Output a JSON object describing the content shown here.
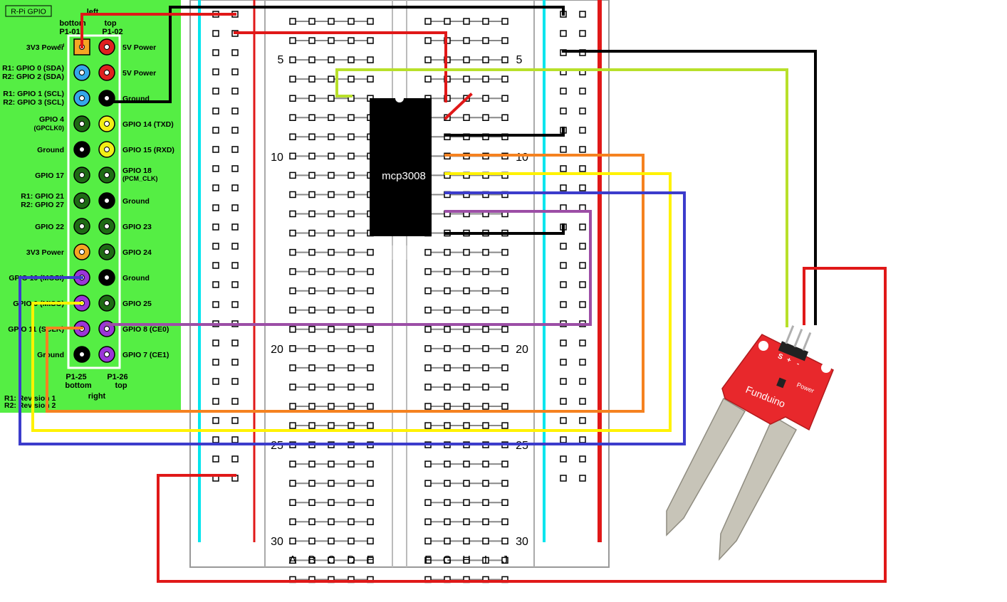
{
  "gpio_panel": {
    "title": "R-Pi GPIO",
    "orientation_left": "left",
    "orientation_right": "right",
    "col1_top_label": "bottom",
    "col2_top_label": "top",
    "col1_pin_label": "P1-01",
    "col2_pin_label": "P1-02",
    "col1_bottom_pin": "P1-25",
    "col2_bottom_pin": "P1-26",
    "col1_bottom_label": "bottom",
    "col2_bottom_label": "top",
    "revision_1": "R1: Revision 1",
    "revision_2": "R2: Revision 2",
    "pin1_marker": "1",
    "colors": {
      "panel": "#55ee44",
      "power33": "#f5a623",
      "power5": "#e02020",
      "gpio": "#1e6b14",
      "ground": "#000000",
      "uart": "#f2ee16",
      "spi": "#9b35d8",
      "i2c": "#35a7ea"
    },
    "left_labels": [
      {
        "lines": [
          "3V3 Power"
        ],
        "pin_type": "power33"
      },
      {
        "lines": [
          "R1: GPIO 0 (SDA)",
          "R2: GPIO 2 (SDA)"
        ],
        "pin_type": "i2c"
      },
      {
        "lines": [
          "R1: GPIO 1 (SCL)",
          "R2: GPIO 3 (SCL)"
        ],
        "pin_type": "i2c"
      },
      {
        "lines": [
          "GPIO 4",
          "(GPCLK0)"
        ],
        "pin_type": "gpio"
      },
      {
        "lines": [
          "Ground"
        ],
        "pin_type": "ground"
      },
      {
        "lines": [
          "GPIO 17"
        ],
        "pin_type": "gpio"
      },
      {
        "lines": [
          "R1: GPIO 21",
          "R2: GPIO 27"
        ],
        "pin_type": "gpio"
      },
      {
        "lines": [
          "GPIO 22"
        ],
        "pin_type": "gpio"
      },
      {
        "lines": [
          "3V3 Power"
        ],
        "pin_type": "power33"
      },
      {
        "lines": [
          "GPIO 10 (MOSI)"
        ],
        "pin_type": "spi"
      },
      {
        "lines": [
          "GPIO 9 (MISO)"
        ],
        "pin_type": "spi"
      },
      {
        "lines": [
          "GPIO 11 (SCLK)"
        ],
        "pin_type": "spi"
      },
      {
        "lines": [
          "Ground"
        ],
        "pin_type": "ground"
      }
    ],
    "right_labels": [
      {
        "lines": [
          "5V Power"
        ],
        "pin_type": "power5"
      },
      {
        "lines": [
          "5V Power"
        ],
        "pin_type": "power5"
      },
      {
        "lines": [
          "Ground"
        ],
        "pin_type": "ground"
      },
      {
        "lines": [
          "GPIO 14 (TXD)"
        ],
        "pin_type": "uart"
      },
      {
        "lines": [
          "GPIO 15 (RXD)"
        ],
        "pin_type": "uart"
      },
      {
        "lines": [
          "GPIO 18",
          "(PCM_CLK)"
        ],
        "pin_type": "gpio"
      },
      {
        "lines": [
          "Ground"
        ],
        "pin_type": "ground"
      },
      {
        "lines": [
          "GPIO 23"
        ],
        "pin_type": "gpio"
      },
      {
        "lines": [
          "GPIO 24"
        ],
        "pin_type": "gpio"
      },
      {
        "lines": [
          "Ground"
        ],
        "pin_type": "ground"
      },
      {
        "lines": [
          "GPIO 25"
        ],
        "pin_type": "gpio"
      },
      {
        "lines": [
          "GPIO 8 (CE0)"
        ],
        "pin_type": "spi"
      },
      {
        "lines": [
          "GPIO 7 (CE1)"
        ],
        "pin_type": "spi"
      }
    ]
  },
  "breadboard": {
    "column_labels_left": [
      "A",
      "B",
      "C",
      "D",
      "E"
    ],
    "column_labels_right": [
      "F",
      "G",
      "H",
      "I",
      "J"
    ],
    "row_number_labels": [
      "5",
      "10",
      "20",
      "25",
      "30"
    ],
    "rail_colors": {
      "negative": "#00e5ee",
      "positive": "#e01818"
    }
  },
  "chip": {
    "label": "mcp3008"
  },
  "sensor": {
    "brand": "Funduino",
    "power_label": "Power",
    "pin_labels": [
      "S",
      "+",
      "-"
    ],
    "board_color": "#e8282c"
  },
  "wire_colors": {
    "black": "#000000",
    "red": "#e01818",
    "green": "#b8e02a",
    "orange": "#f58220",
    "yellow": "#fff200",
    "blue": "#3c3ccc",
    "purple": "#9c4ea6"
  }
}
